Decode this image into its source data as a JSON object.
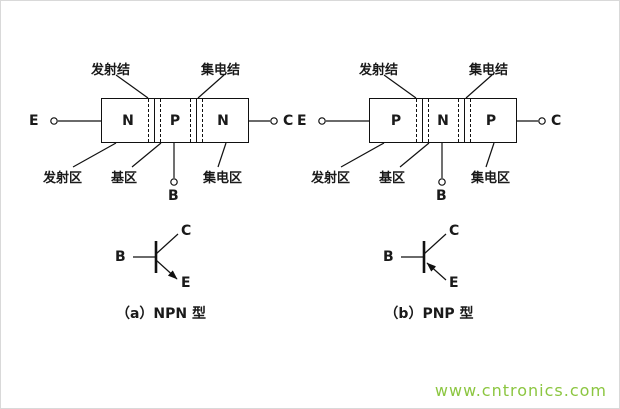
{
  "page": {
    "watermark": "www.cntronics.com"
  },
  "colors": {
    "watermark": "#8cc641",
    "line": "#111111",
    "background": "#ffffff"
  },
  "diagrams": [
    {
      "id": "npn",
      "emitter_junction_label": "发射结",
      "collector_junction_label": "集电结",
      "regions": [
        "N",
        "P",
        "N"
      ],
      "emitter_region_label": "发射区",
      "base_region_label": "基区",
      "collector_region_label": "集电区",
      "terminal_e": "E",
      "terminal_b": "B",
      "terminal_c": "C",
      "symbol": {
        "b": "B",
        "c": "C",
        "e": "E"
      },
      "caption": "（a）NPN 型"
    },
    {
      "id": "pnp",
      "emitter_junction_label": "发射结",
      "collector_junction_label": "集电结",
      "regions": [
        "P",
        "N",
        "P"
      ],
      "emitter_region_label": "发射区",
      "base_region_label": "基区",
      "collector_region_label": "集电区",
      "terminal_e": "E",
      "terminal_b": "B",
      "terminal_c": "C",
      "symbol": {
        "b": "B",
        "c": "C",
        "e": "E"
      },
      "caption": "（b）PNP 型"
    }
  ]
}
